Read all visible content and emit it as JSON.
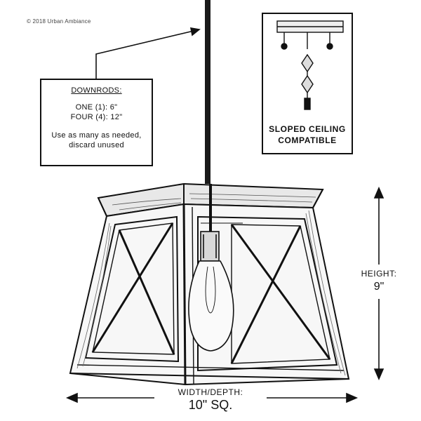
{
  "copyright": "© 2018 Urban Ambiance",
  "downrods": {
    "title": "DOWNRODS:",
    "lines": [
      "ONE (1): 6\"",
      "FOUR (4): 12\""
    ],
    "note": [
      "Use as many as needed,",
      "discard unused"
    ]
  },
  "sloped_ceiling": {
    "caption": [
      "SLOPED CEILING",
      "COMPATIBLE"
    ]
  },
  "dimensions": {
    "height_label": "HEIGHT:",
    "height_value": "9\"",
    "width_label": "WIDTH/DEPTH:",
    "width_value": "10\" SQ."
  },
  "icons": [
    "pendant-lamp-icon",
    "edison-bulb-icon",
    "swivel-joint-icon",
    "dimension-arrow-icon"
  ]
}
